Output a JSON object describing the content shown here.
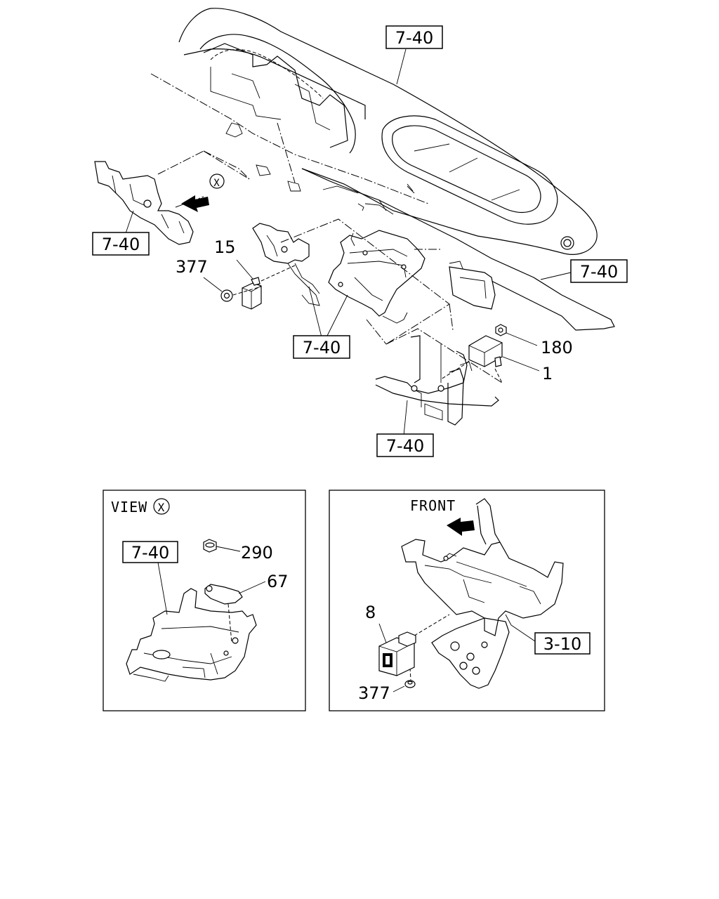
{
  "callouts": {
    "ref_top": "7-40",
    "ref_left": "7-40",
    "ref_right": "7-40",
    "ref_center": "7-40",
    "ref_bottom": "7-40",
    "part_15": "15",
    "part_377_top": "377",
    "part_180": "180",
    "part_1": "1"
  },
  "view_x": {
    "title": "VIEW",
    "marker": "X",
    "ref": "7-40",
    "part_290": "290",
    "part_67": "67"
  },
  "front_view": {
    "title": "FRONT",
    "ref": "3-10",
    "part_8": "8",
    "part_377": "377"
  },
  "main_marker": "X"
}
